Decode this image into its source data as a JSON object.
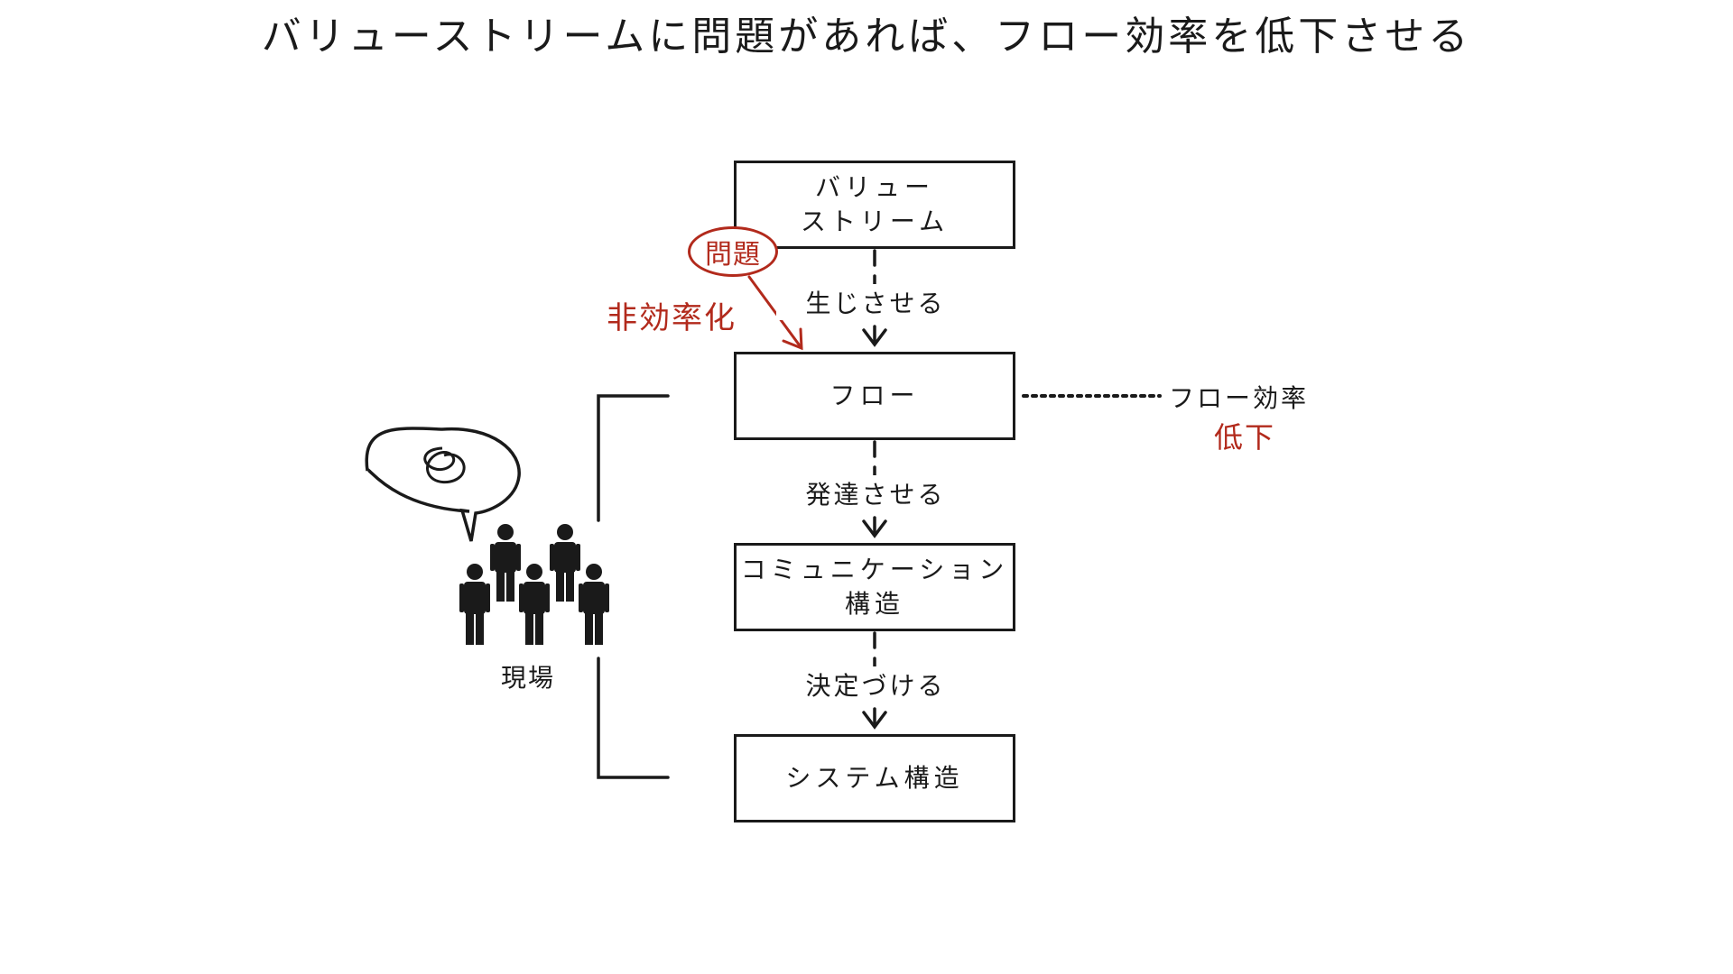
{
  "title": "バリューストリームに問題があれば、フロー効率を低下させる",
  "boxes": {
    "value_stream_line1": "バリュー",
    "value_stream_line2": "ストリーム",
    "flow": "フロー",
    "communication_line1": "コミュニケーション",
    "communication_line2": "構造",
    "system": "システム構造"
  },
  "edges": {
    "generates": "生じさせる",
    "develops": "発達させる",
    "determines": "決定づける"
  },
  "problem_badge": "問題",
  "inefficiency_label": "非効率化",
  "flow_efficiency": "フロー効率",
  "decline": "低下",
  "field_label": "現場",
  "colors": {
    "ink": "#1a1a1a",
    "accent_red": "#b22a1c"
  },
  "icons": [
    "people-group-icon",
    "speech-bubble-icon",
    "confusion-scribble-icon"
  ]
}
